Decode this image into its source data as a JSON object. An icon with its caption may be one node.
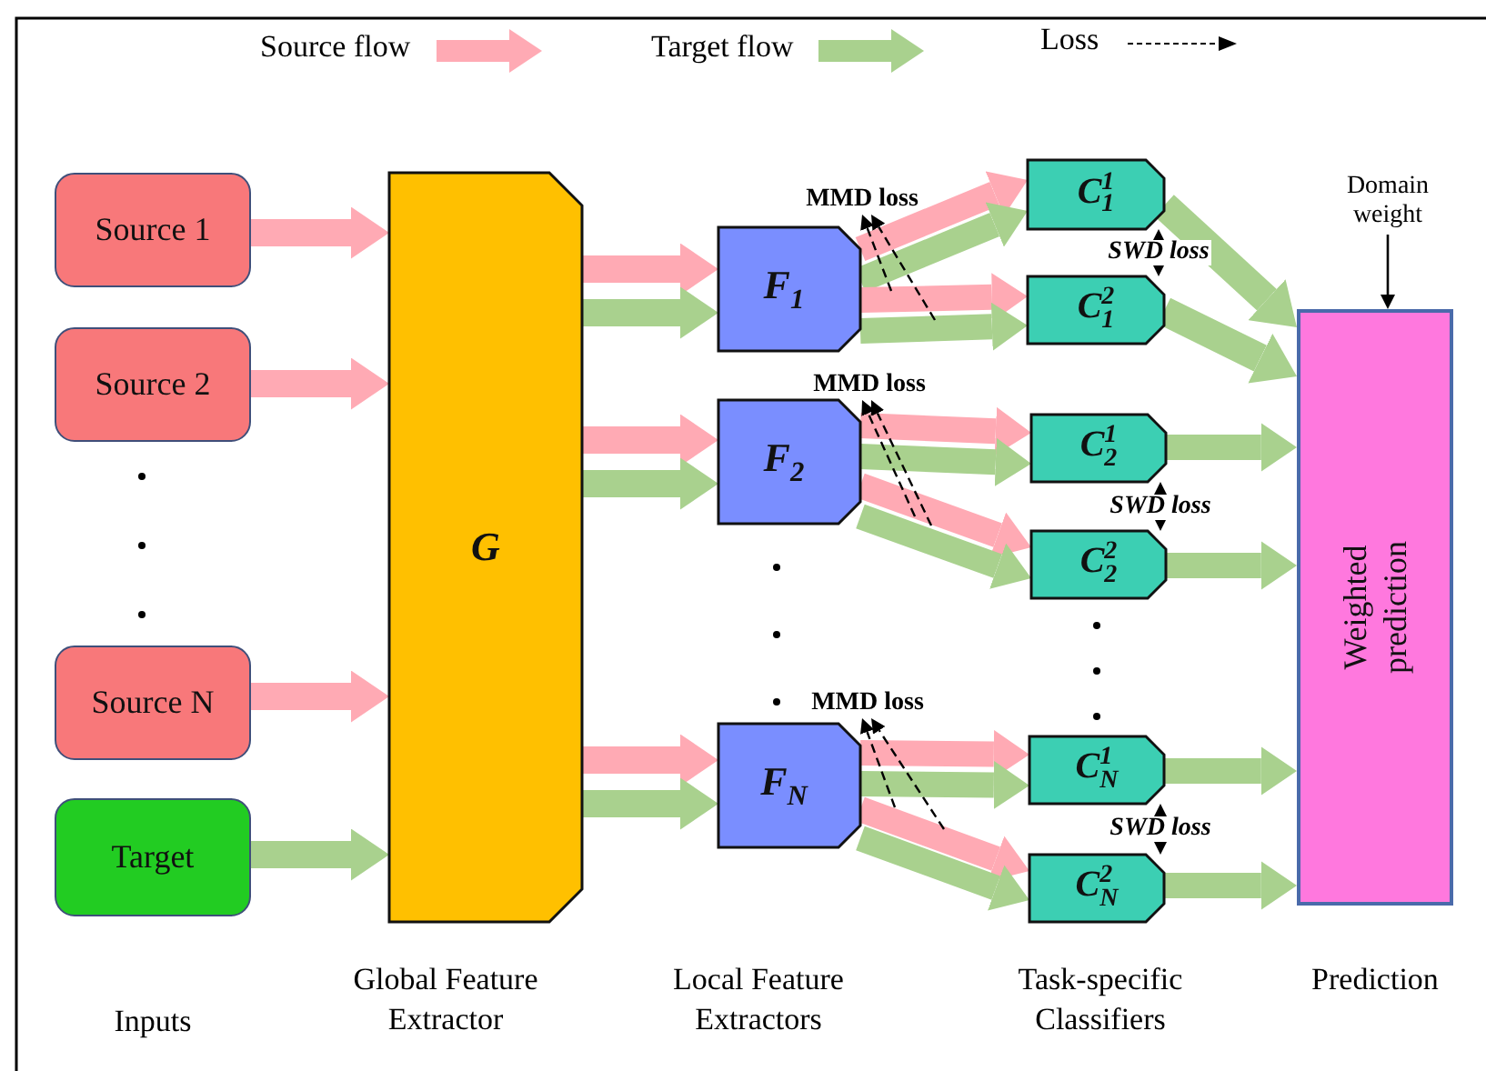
{
  "diagram": {
    "nodes": [
      {
        "text": [
          "Source 1"
        ]
      },
      {
        "text": [
          "Source 2"
        ]
      },
      {
        "text": [
          "Source N"
        ]
      },
      {
        "text": [
          "Target"
        ]
      },
      {
        "text": [
          "G"
        ]
      },
      {
        "text": [
          "F$_{1}$"
        ]
      },
      {
        "text": [
          "F$_{2}$"
        ]
      },
      {
        "text": [
          "F$_{N}$"
        ]
      },
      {
        "text": [
          "C$^{1}$$_{1}$"
        ]
      },
      {
        "text": [
          "C$^{2}$$_{1}$"
        ]
      },
      {
        "text": [
          "C$^{1}$$_{2}$"
        ]
      },
      {
        "text": [
          "C$^{2}$$_{2}$"
        ]
      },
      {
        "text": [
          "C$^{1}$$_{N}$"
        ]
      },
      {
        "text": [
          "C$^{2}$$_{N}$"
        ]
      },
      {
        "text": [
          "Weighted prediction"
        ]
      },
      {
        "text": [
          "Domain weight"
        ]
      },
      {
        "text": [
          "MMD loss"
        ]
      },
      {
        "text": [
          "MMD loss"
        ]
      },
      {
        "text": [
          "MMD loss"
        ]
      }
    ],
    "edges": [
      {
        "from": 0,
        "to": 4,
        "arrow": "to",
        "color": "#ffaab4"
      },
      {
        "from": 1,
        "to": 4,
        "arrow": "to",
        "color": "#ffaab4"
      },
      {
        "from": 2,
        "to": 4,
        "arrow": "to",
        "color": "#ffaab4"
      },
      {
        "from": 3,
        "to": 4,
        "arrow": "to",
        "color": "#a9d18e"
      },
      {
        "from": 4,
        "to": 5,
        "arrow": "to",
        "color": "#ffaab4"
      },
      {
        "from": 4,
        "to": 5,
        "arrow": "to",
        "color": "#a9d18e"
      },
      {
        "from": 4,
        "to": 6,
        "arrow": "to",
        "color": "#ffaab4"
      },
      {
        "from": 4,
        "to": 6,
        "arrow": "to",
        "color": "#a9d18e"
      },
      {
        "from": 4,
        "to": 7,
        "arrow": "to",
        "color": "#ffaab4"
      },
      {
        "from": 4,
        "to": 7,
        "arrow": "to",
        "color": "#a9d18e"
      },
      {
        "from": 5,
        "to": 8,
        "arrow": "to",
        "color": "#ffaab4"
      },
      {
        "from": 5,
        "to": 8,
        "arrow": "to",
        "color": "#a9d18e"
      },
      {
        "from": 5,
        "to": 9,
        "arrow": "to",
        "color": "#ffaab4"
      },
      {
        "from": 5,
        "to": 9,
        "arrow": "to",
        "color": "#a9d18e"
      },
      {
        "from": 6,
        "to": 10,
        "arrow": "to",
        "color": "#ffaab4"
      },
      {
        "from": 6,
        "to": 10,
        "arrow": "to",
        "color": "#a9d18e"
      },
      {
        "from": 6,
        "to": 11,
        "arrow": "to",
        "color": "#ffaab4"
      },
      {
        "from": 6,
        "to": 11,
        "arrow": "to",
        "color": "#a9d18e"
      },
      {
        "from": 7,
        "to": 12,
        "arrow": "to",
        "color": "#ffaab4"
      },
      {
        "from": 7,
        "to": 12,
        "arrow": "to",
        "color": "#a9d18e"
      },
      {
        "from": 7,
        "to": 13,
        "arrow": "to",
        "color": "#ffaab4"
      },
      {
        "from": 7,
        "to": 13,
        "arrow": "to",
        "color": "#a9d18e"
      },
      {
        "from": 8,
        "to": 14,
        "arrow": "to",
        "color": "#a9d18e"
      },
      {
        "from": 9,
        "to": 14,
        "arrow": "to",
        "color": "#a9d18e"
      },
      {
        "from": 10,
        "to": 14,
        "arrow": "to",
        "color": "#a9d18e"
      },
      {
        "from": 11,
        "to": 14,
        "arrow": "to",
        "color": "#a9d18e"
      },
      {
        "from": 12,
        "to": 14,
        "arrow": "to",
        "color": "#a9d18e"
      },
      {
        "from": 13,
        "to": 14,
        "arrow": "to",
        "color": "#a9d18e"
      },
      {
        "from": 8,
        "to": 9,
        "arrow": "both",
        "label": "SWD loss",
        "color": "#000000"
      },
      {
        "from": 10,
        "to": 11,
        "arrow": "both",
        "label": "SWD loss",
        "color": "#000000"
      },
      {
        "from": 12,
        "to": 13,
        "arrow": "both",
        "label": "SWD loss",
        "color": "#000000"
      },
      {
        "from": 15,
        "to": 14,
        "arrow": "to",
        "color": "#000000"
      },
      {
        "from": null,
        "to": 16,
        "arrow": "to",
        "style": "dashed",
        "color": "#000000"
      },
      {
        "from": null,
        "to": 16,
        "arrow": "to",
        "style": "dashed",
        "color": "#000000"
      },
      {
        "from": null,
        "to": 17,
        "arrow": "to",
        "style": "dashed",
        "color": "#000000"
      },
      {
        "from": null,
        "to": 17,
        "arrow": "to",
        "style": "dashed",
        "color": "#000000"
      },
      {
        "from": null,
        "to": 18,
        "arrow": "to",
        "style": "dashed",
        "color": "#000000"
      },
      {
        "from": null,
        "to": 18,
        "arrow": "to",
        "style": "dashed",
        "color": "#000000"
      }
    ],
    "labels": [
      "Global Feature Extractor",
      "Local Feature Extractors",
      "Task-specific Classifiers",
      "Prediction",
      "Inputs"
    ],
    "legend": [
      {
        "text": "Source flow",
        "color": "#ffaab4"
      },
      {
        "text": "Target flow",
        "color": "#a9d18e"
      },
      {
        "text": "Loss"
      }
    ]
  }
}
